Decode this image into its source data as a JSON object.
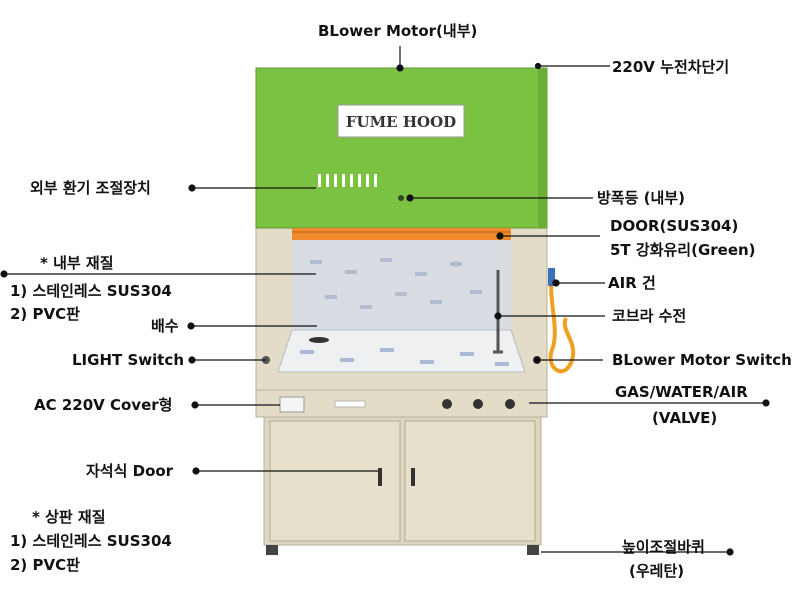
{
  "hood": {
    "sign_text": "FUME HOOD",
    "colors": {
      "canopy": "#7cc242",
      "body": "#e3dcc6",
      "sash_frame": "#f08a2c",
      "cabinet": "#ddd6c0",
      "steel": "#d9dde3"
    }
  },
  "labels": {
    "blower_motor": "BLower Motor(내부)",
    "breaker": "220V 누전차단기",
    "vent_control": "외부 환기 조절장치",
    "explosion_light": "방폭등 (내부)",
    "door_line1": "DOOR(SUS304)",
    "door_line2": "5T 강화유리(Green)",
    "interior_title": "* 내부 재질",
    "interior_1": "1) 스테인레스 SUS304",
    "interior_2": "2) PVC판",
    "air_gun": "AIR 건",
    "drain": "배수",
    "cobra_faucet": "코브라 수전",
    "light_switch": "LIGHT Switch",
    "blower_switch": "BLower Motor Switch",
    "ac_cover": "AC 220V Cover형",
    "valve_line1": "GAS/WATER/AIR",
    "valve_line2": "(VALVE)",
    "magnetic_door": "자석식 Door",
    "top_title": "* 상판 재질",
    "top_1": "1) 스테인레스 SUS304",
    "top_2": "2) PVC판",
    "caster_line1": "높이조절바퀴",
    "caster_line2": "(우레탄)"
  }
}
